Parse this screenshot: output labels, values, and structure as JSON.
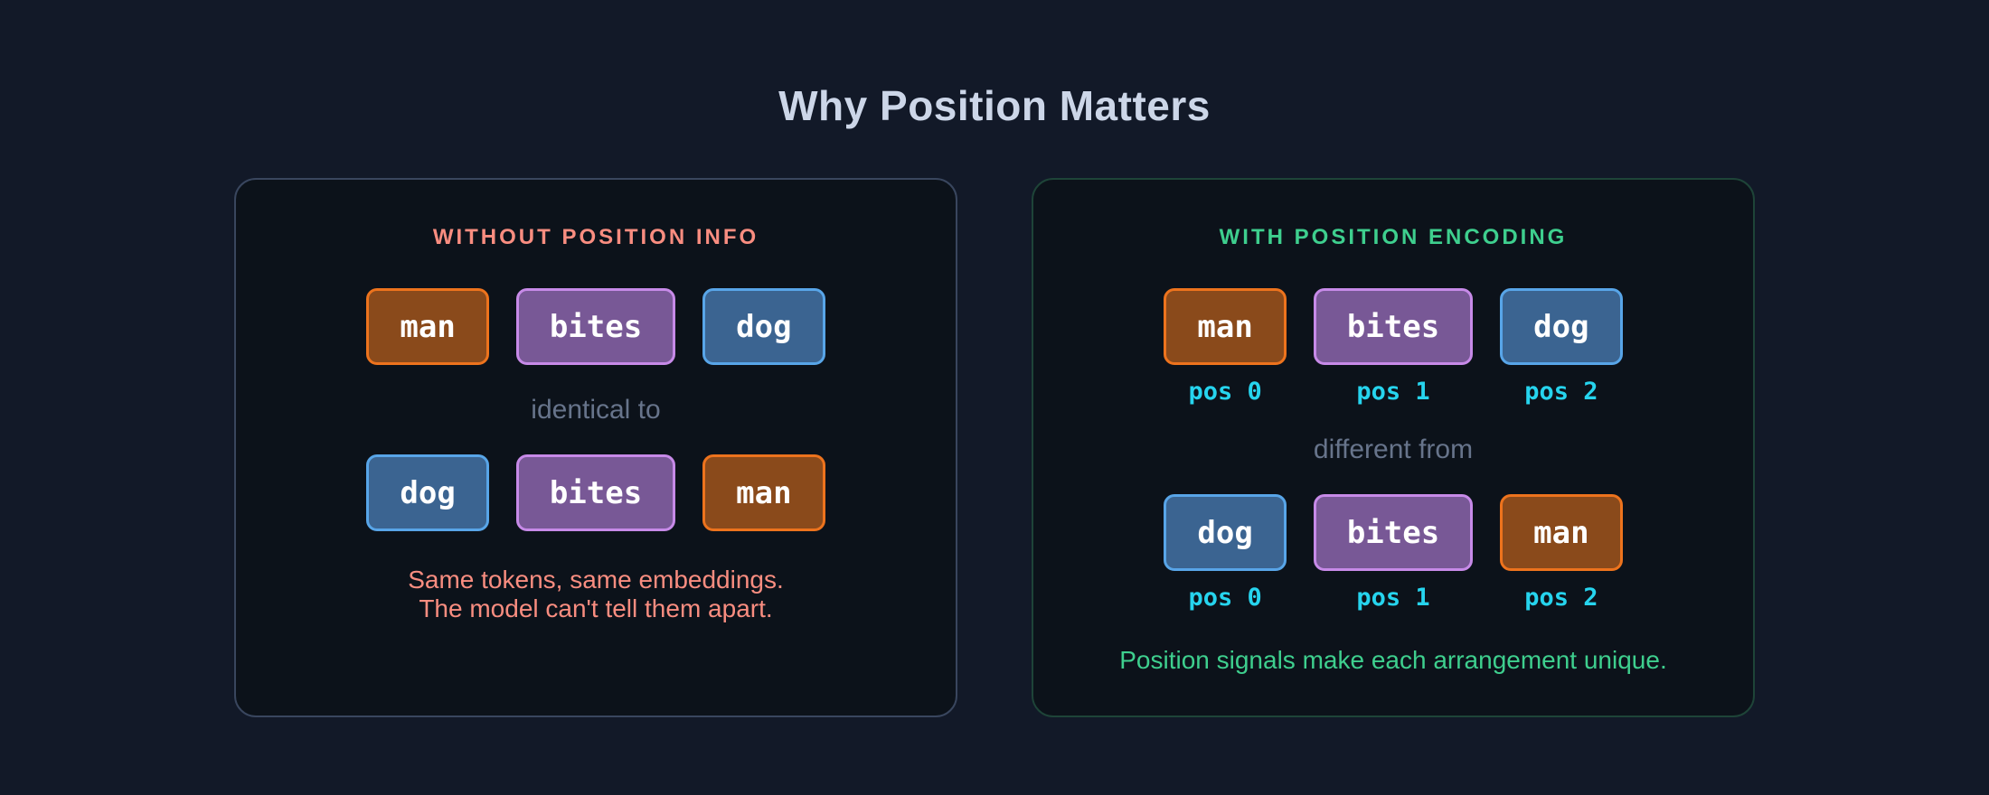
{
  "title": "Why Position Matters",
  "colors": {
    "page_bg": "#121928",
    "panel_bg": "#0c121a",
    "left_panel_border": "#39465e",
    "right_panel_border": "#1e4438",
    "title_text": "#ccd6e8",
    "salmon_accent": "#f98d80",
    "green_accent": "#3ecf8e",
    "cyan_accent": "#26d4ee",
    "muted_text": "#67748b",
    "token_orange_fill": "#8a4a1b",
    "token_orange_border": "#ed731d",
    "token_purple_fill": "#785896",
    "token_purple_border": "#c78ae8",
    "token_blue_fill": "#3b6491",
    "token_blue_border": "#58a5e8"
  },
  "left_panel": {
    "heading": "WITHOUT POSITION INFO",
    "row1": {
      "tokens": [
        {
          "text": "man",
          "color": "orange"
        },
        {
          "text": "bites",
          "color": "purple"
        },
        {
          "text": "dog",
          "color": "blue"
        }
      ]
    },
    "connector": "identical to",
    "row2": {
      "tokens": [
        {
          "text": "dog",
          "color": "blue"
        },
        {
          "text": "bites",
          "color": "purple"
        },
        {
          "text": "man",
          "color": "orange"
        }
      ]
    },
    "caption_line1": "Same tokens, same embeddings.",
    "caption_line2": "The model can't tell them apart."
  },
  "right_panel": {
    "heading": "WITH POSITION ENCODING",
    "row1": {
      "tokens": [
        {
          "text": "man",
          "color": "orange",
          "pos": "pos 0"
        },
        {
          "text": "bites",
          "color": "purple",
          "pos": "pos 1"
        },
        {
          "text": "dog",
          "color": "blue",
          "pos": "pos 2"
        }
      ]
    },
    "connector": "different from",
    "row2": {
      "tokens": [
        {
          "text": "dog",
          "color": "blue",
          "pos": "pos 0"
        },
        {
          "text": "bites",
          "color": "purple",
          "pos": "pos 1"
        },
        {
          "text": "man",
          "color": "orange",
          "pos": "pos 2"
        }
      ]
    },
    "caption": "Position signals make each arrangement unique."
  }
}
